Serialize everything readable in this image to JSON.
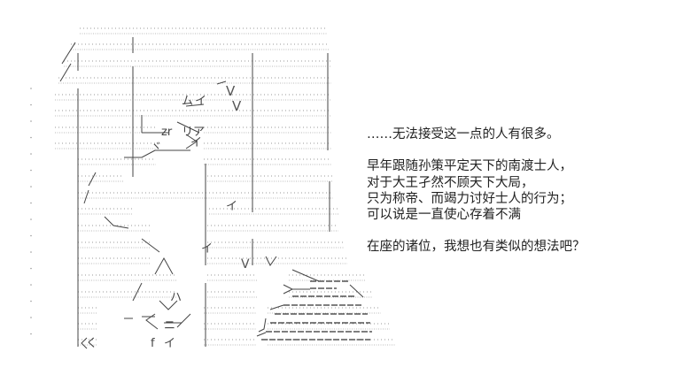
{
  "dialogue": {
    "line1": "……无法接受这一点的人有很多。",
    "line2": "早年跟随孙策平定天下的南渡士人，",
    "line3": "对于大王孑然不顾天下大局，",
    "line4": "只为称帝、而竭力讨好士人的行为；",
    "line5": "可以说是一直使心存着不满",
    "line6": "在座的诸位，我想也有类似的想法吧？"
  },
  "art": {
    "type": "text-art figure",
    "fragments": [
      "ム",
      "イ",
      "zr",
      "リア",
      "ヾ",
      "く",
      "f",
      "イ",
      "ハ",
      "ニ"
    ]
  }
}
